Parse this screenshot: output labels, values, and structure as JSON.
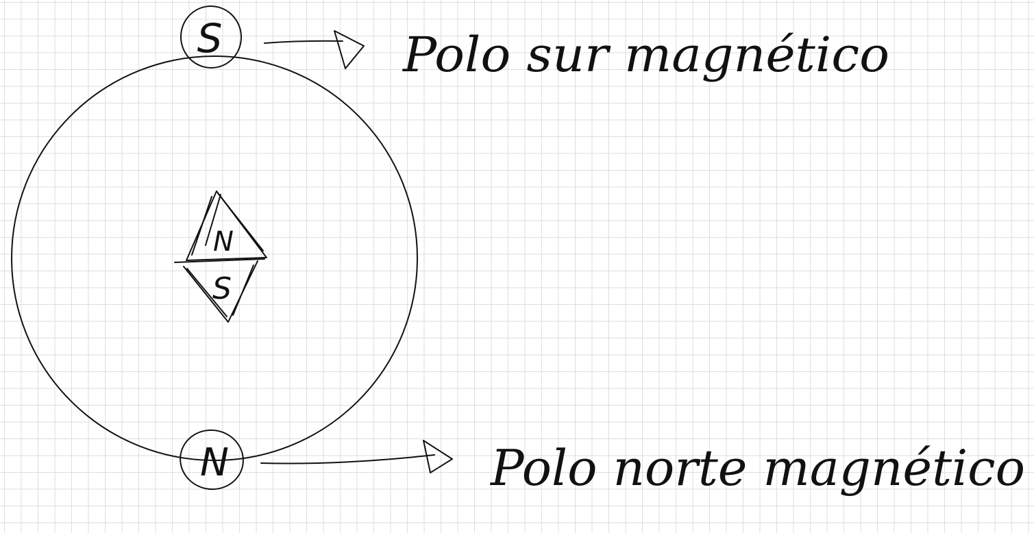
{
  "diagram": {
    "top_pole": {
      "letter": "S"
    },
    "bottom_pole": {
      "letter": "N"
    },
    "compass": {
      "north_letter": "N",
      "south_letter": "S"
    },
    "labels": {
      "top": "Polo sur magnético",
      "bottom": "Polo norte magnético"
    },
    "colors": {
      "ink": "#111111",
      "grid": "#dedede",
      "paper": "#ffffff"
    }
  }
}
